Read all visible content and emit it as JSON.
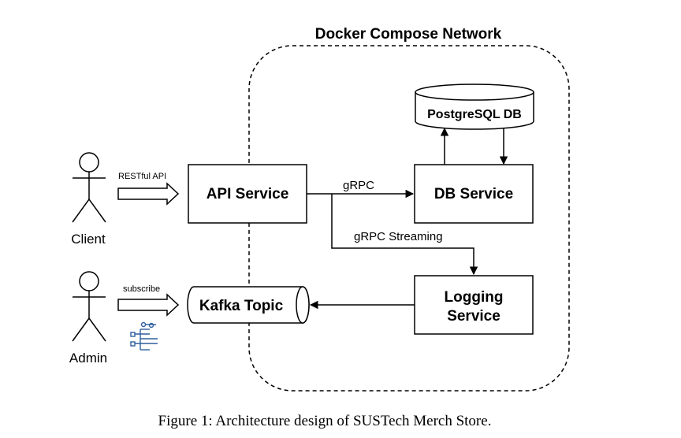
{
  "network": {
    "title": "Docker Compose Network"
  },
  "actors": {
    "client": {
      "label": "Client"
    },
    "admin": {
      "label": "Admin"
    }
  },
  "nodes": {
    "api_service": {
      "label": "API Service"
    },
    "db_service": {
      "label": "DB Service"
    },
    "postgres_db": {
      "label": "PostgreSQL DB"
    },
    "logging_service": {
      "line1": "Logging",
      "line2": "Service"
    },
    "kafka_topic": {
      "label": "Kafka Topic"
    }
  },
  "edges": {
    "restful_api": "RESTful API",
    "subscribe": "subscribe",
    "grpc": "gRPC",
    "grpc_streaming": "gRPC Streaming"
  },
  "icons": {
    "admin_tool": "network-tree-icon"
  },
  "caption": "Figure 1: Architecture design of SUSTech Merch Store."
}
